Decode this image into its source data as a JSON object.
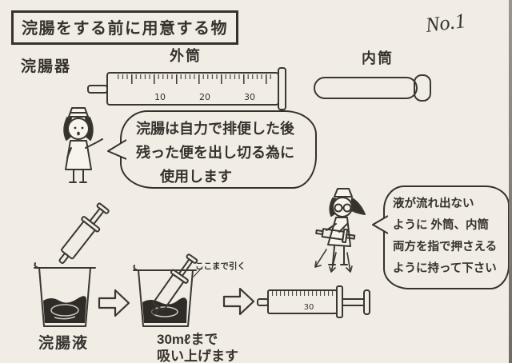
{
  "page": {
    "title": "浣腸をする前に用意する物",
    "page_number": "No.1"
  },
  "labels": {
    "device": "浣腸器",
    "outer_cylinder": "外筒",
    "inner_cylinder": "内筒",
    "enema_liquid": "浣腸液",
    "pull_marker": "ここまで引く",
    "caption_line1": "30mℓまで",
    "caption_line2": "吸い上げます"
  },
  "scale": {
    "tick1": "10",
    "tick2": "20",
    "tick3": "30",
    "bottom_syringe_mark": "30"
  },
  "bubbles": {
    "nurse1": {
      "line1": "浣腸は自力で排便した後",
      "line2": "残った便を出し切る為に",
      "line3": "使用します"
    },
    "nurse2": {
      "line1": "液が流れ出ない",
      "line2": "ように 外筒、内筒",
      "line3": "両方を指で押さえる",
      "line4": "ように持って下さい"
    }
  },
  "colors": {
    "paper": "#f1ede5",
    "ink": "#35322e",
    "liquid": "#2f2b26"
  }
}
